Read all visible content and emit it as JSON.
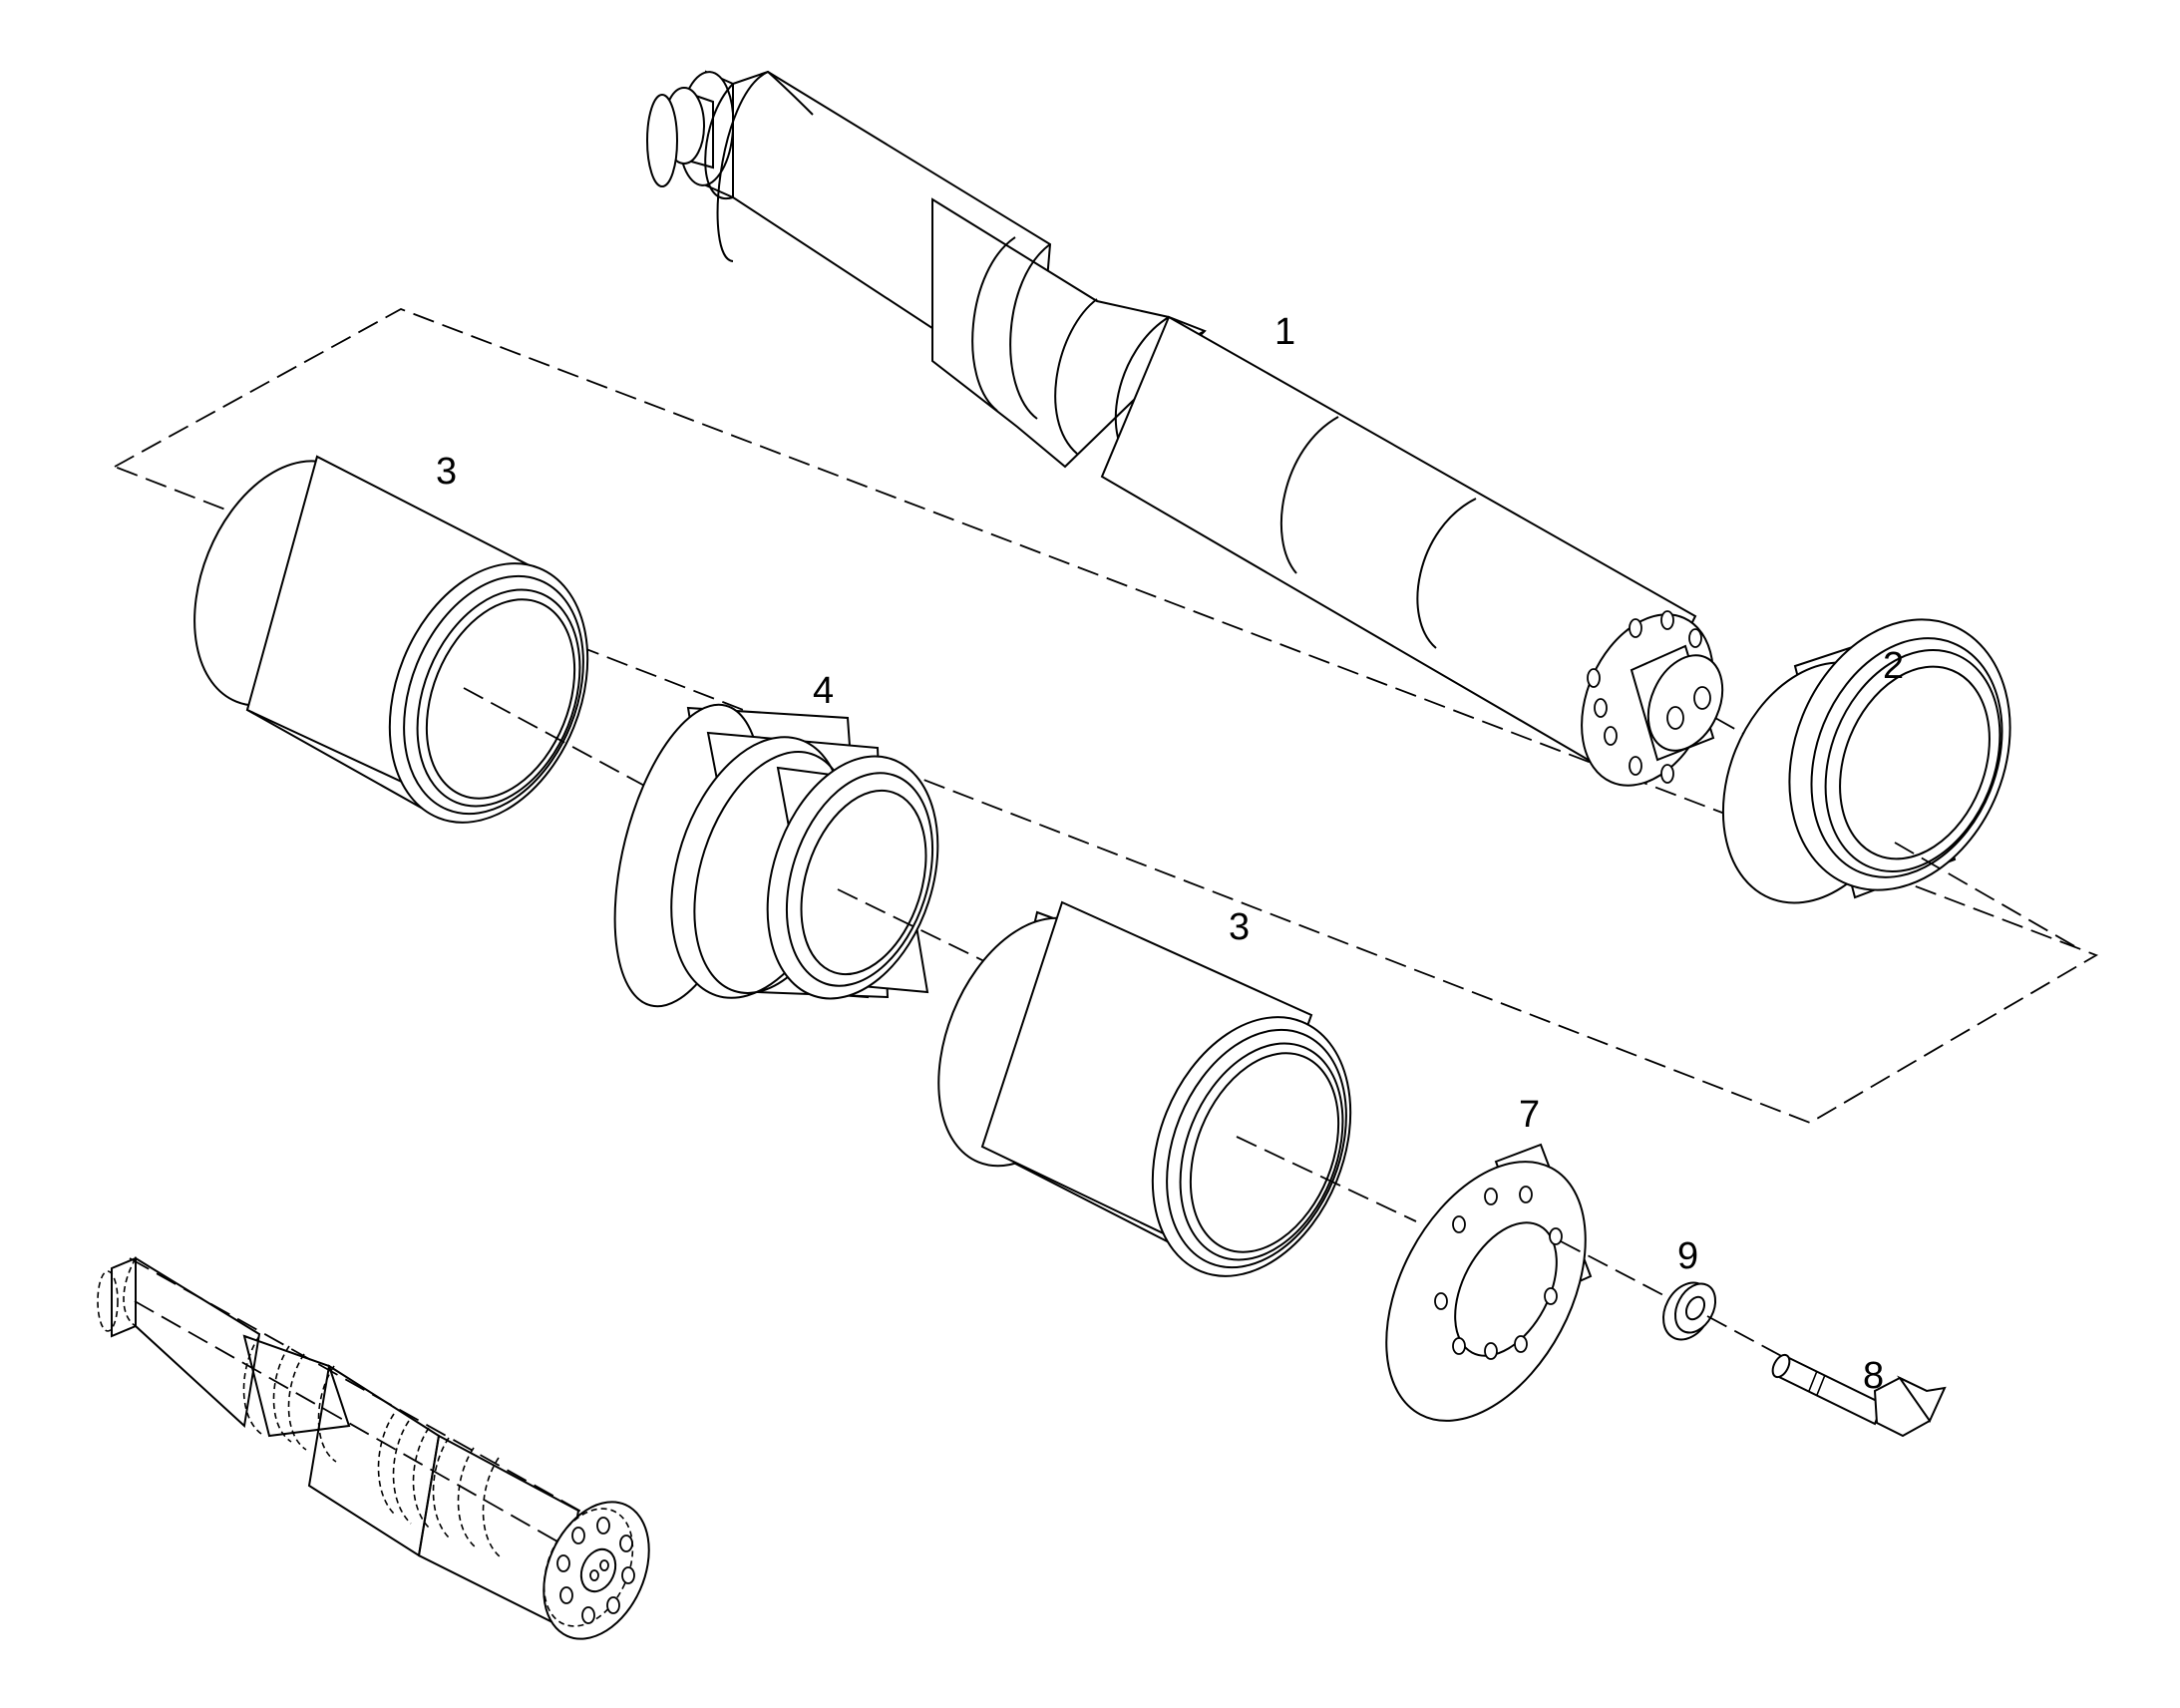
{
  "labels": {
    "p1": "1",
    "p2": "2",
    "p3a": "3",
    "p3b": "3",
    "p4": "4",
    "p7": "7",
    "p8": "8",
    "p9": "9"
  }
}
